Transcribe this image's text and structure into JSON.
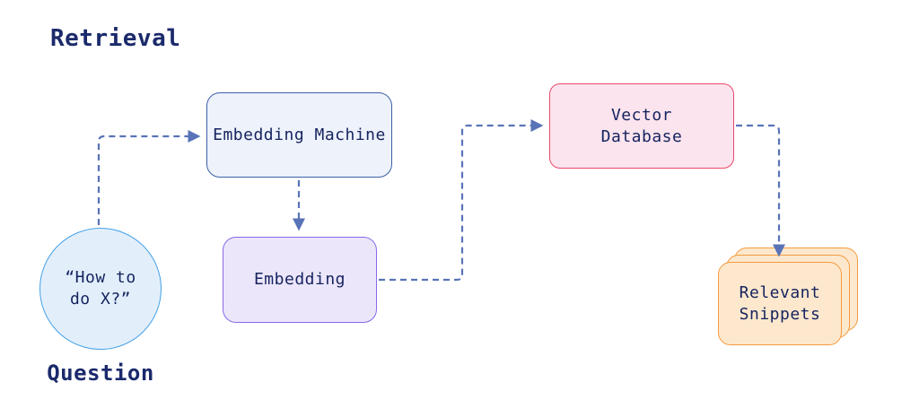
{
  "title": "Retrieval",
  "nodes": {
    "question": {
      "text": "“How to\ndo X?”",
      "label": "Question"
    },
    "embedding_machine": {
      "label": "Embedding Machine"
    },
    "embedding": {
      "label": "Embedding"
    },
    "vector_database": {
      "label": "Vector\nDatabase"
    },
    "relevant_snippets": {
      "label": "Relevant\nSnippets"
    }
  },
  "edges": [
    {
      "from": "question",
      "to": "embedding_machine",
      "style": "dashed-arrow"
    },
    {
      "from": "embedding_machine",
      "to": "embedding",
      "style": "dashed-arrow"
    },
    {
      "from": "embedding",
      "to": "vector_database",
      "style": "dashed-arrow"
    },
    {
      "from": "vector_database",
      "to": "relevant_snippets",
      "style": "dashed-arrow"
    }
  ],
  "colors": {
    "background": "#ffffff",
    "title_text": "#1b2a6b",
    "node_text": "#15235f",
    "arrow": "#5873b7",
    "question_fill": "#e2effb",
    "question_border": "#44a1e8",
    "embedding_machine_fill": "#edf2fb",
    "embedding_machine_border": "#3d5fa8",
    "embedding_fill": "#ece6fa",
    "embedding_border": "#8a68e8",
    "vector_database_fill": "#fce4ee",
    "vector_database_border": "#e8486b",
    "relevant_snippets_fill": "#fde8cd",
    "relevant_snippets_border": "#f29b3e"
  }
}
